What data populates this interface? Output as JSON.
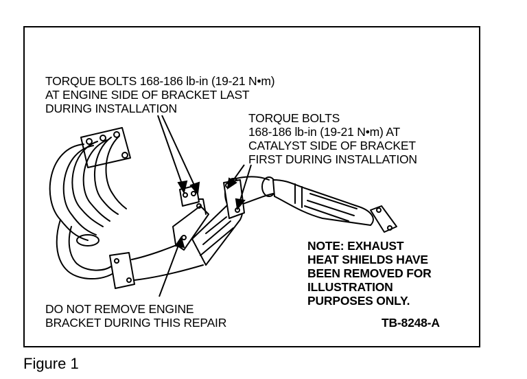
{
  "callouts": {
    "engine_side": [
      "TORQUE BOLTS 168-186 lb-in (19-21 N•m)",
      "AT ENGINE SIDE OF BRACKET LAST",
      "DURING INSTALLATION"
    ],
    "catalyst_side": [
      "TORQUE BOLTS",
      "168-186 lb-in (19-21 N•m) AT",
      "CATALYST SIDE OF BRACKET",
      "FIRST DURING INSTALLATION"
    ],
    "bracket": [
      "DO NOT REMOVE ENGINE",
      "BRACKET DURING THIS REPAIR"
    ]
  },
  "note": [
    "NOTE: EXHAUST",
    "HEAT SHIELDS HAVE",
    "BEEN REMOVED FOR",
    "ILLUSTRATION",
    "PURPOSES ONLY."
  ],
  "figure_code": "TB-8248-A",
  "caption": "Figure 1"
}
